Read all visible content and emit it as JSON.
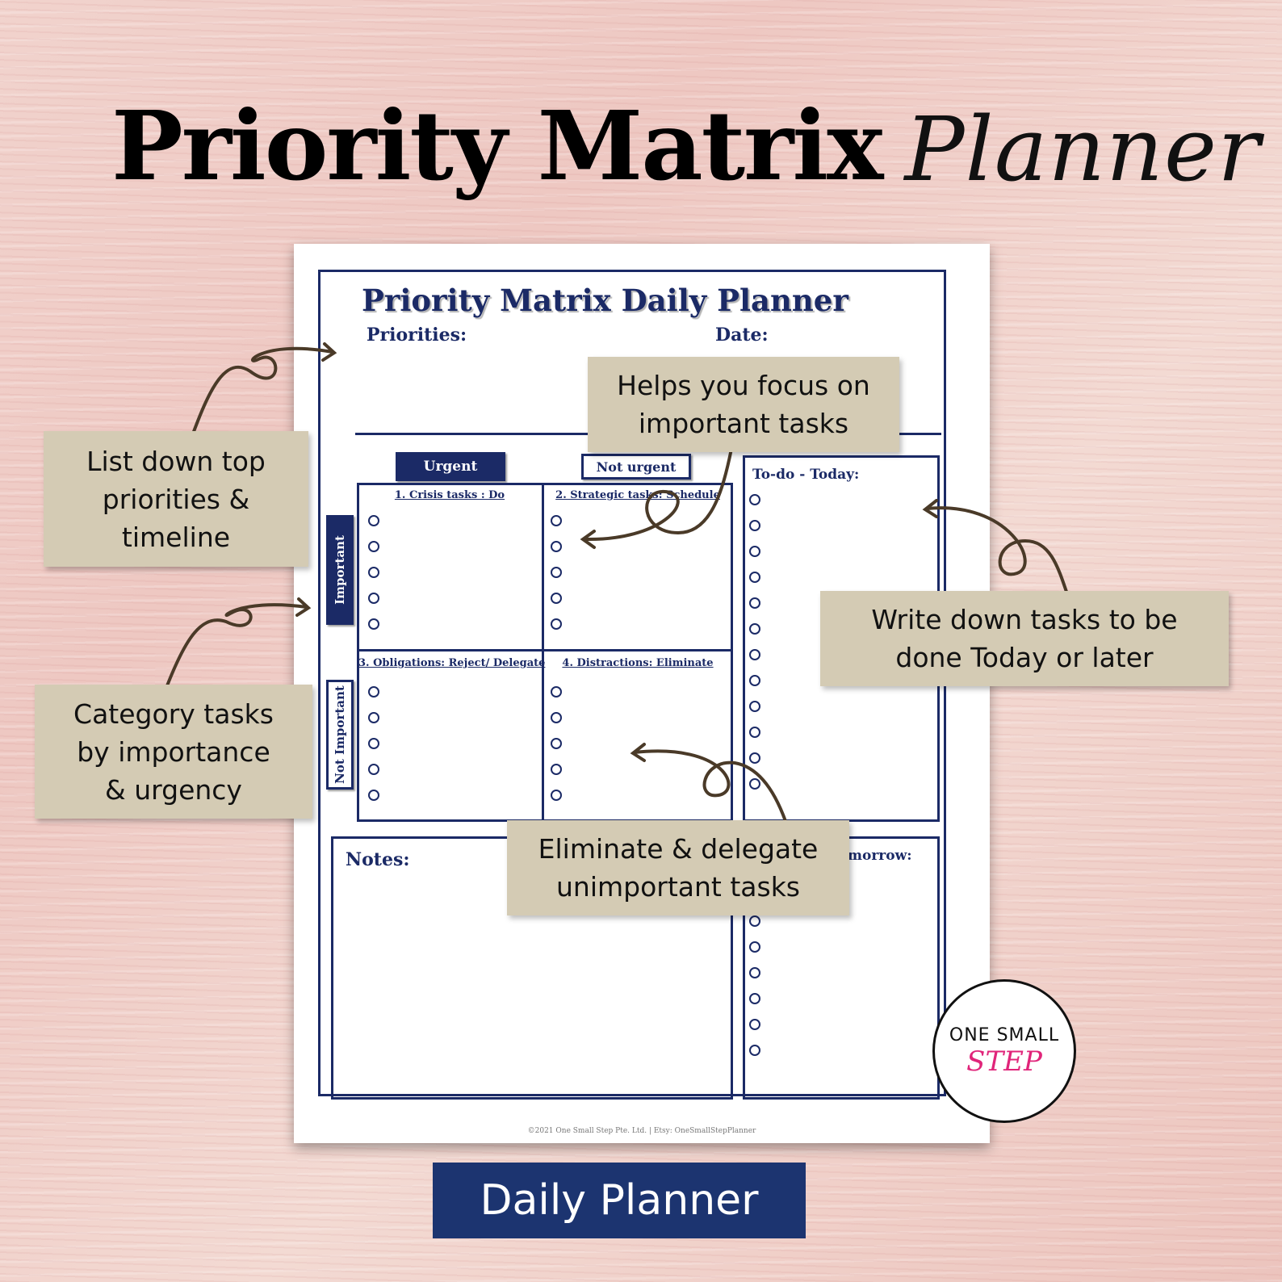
{
  "headline": {
    "bold": "Priority Matrix",
    "script": "Planner"
  },
  "sheet": {
    "title": "Priority Matrix Daily Planner",
    "priorities_label": "Priorities:",
    "date_label": "Date:",
    "urgent_label": "Urgent",
    "not_urgent_label": "Not urgent",
    "important_label": "Important",
    "not_important_label": "Not Important",
    "quadrants": [
      "1. Crisis tasks : Do",
      "2. Strategic tasks: Schedule",
      "3. Obligations: Reject/ Delegate",
      "4. Distractions: Eliminate"
    ],
    "todo_today_label": "To-do - Today:",
    "todo_tomorrow_label": "morrow:",
    "notes_label": "Notes:",
    "footer": "©2021 One Small Step Pte. Ltd. | Etsy: OneSmallStepPlanner"
  },
  "callouts": {
    "priorities": "List down top\npriorities &\ntimeline",
    "focus": "Helps you focus on\nimportant tasks",
    "category": "Category tasks\nby importance\n& urgency",
    "write": "Write down tasks to be\ndone Today or later",
    "eliminate": "Eliminate & delegate\nunimportant tasks"
  },
  "banner": "Daily Planner",
  "logo": {
    "line1": "ONE SMALL",
    "line2": "STEP"
  },
  "colors": {
    "navy": "#1b2a66",
    "callout_bg": "#d4cbb4",
    "banner_bg": "#1c3470",
    "logo_accent": "#e0257a"
  }
}
